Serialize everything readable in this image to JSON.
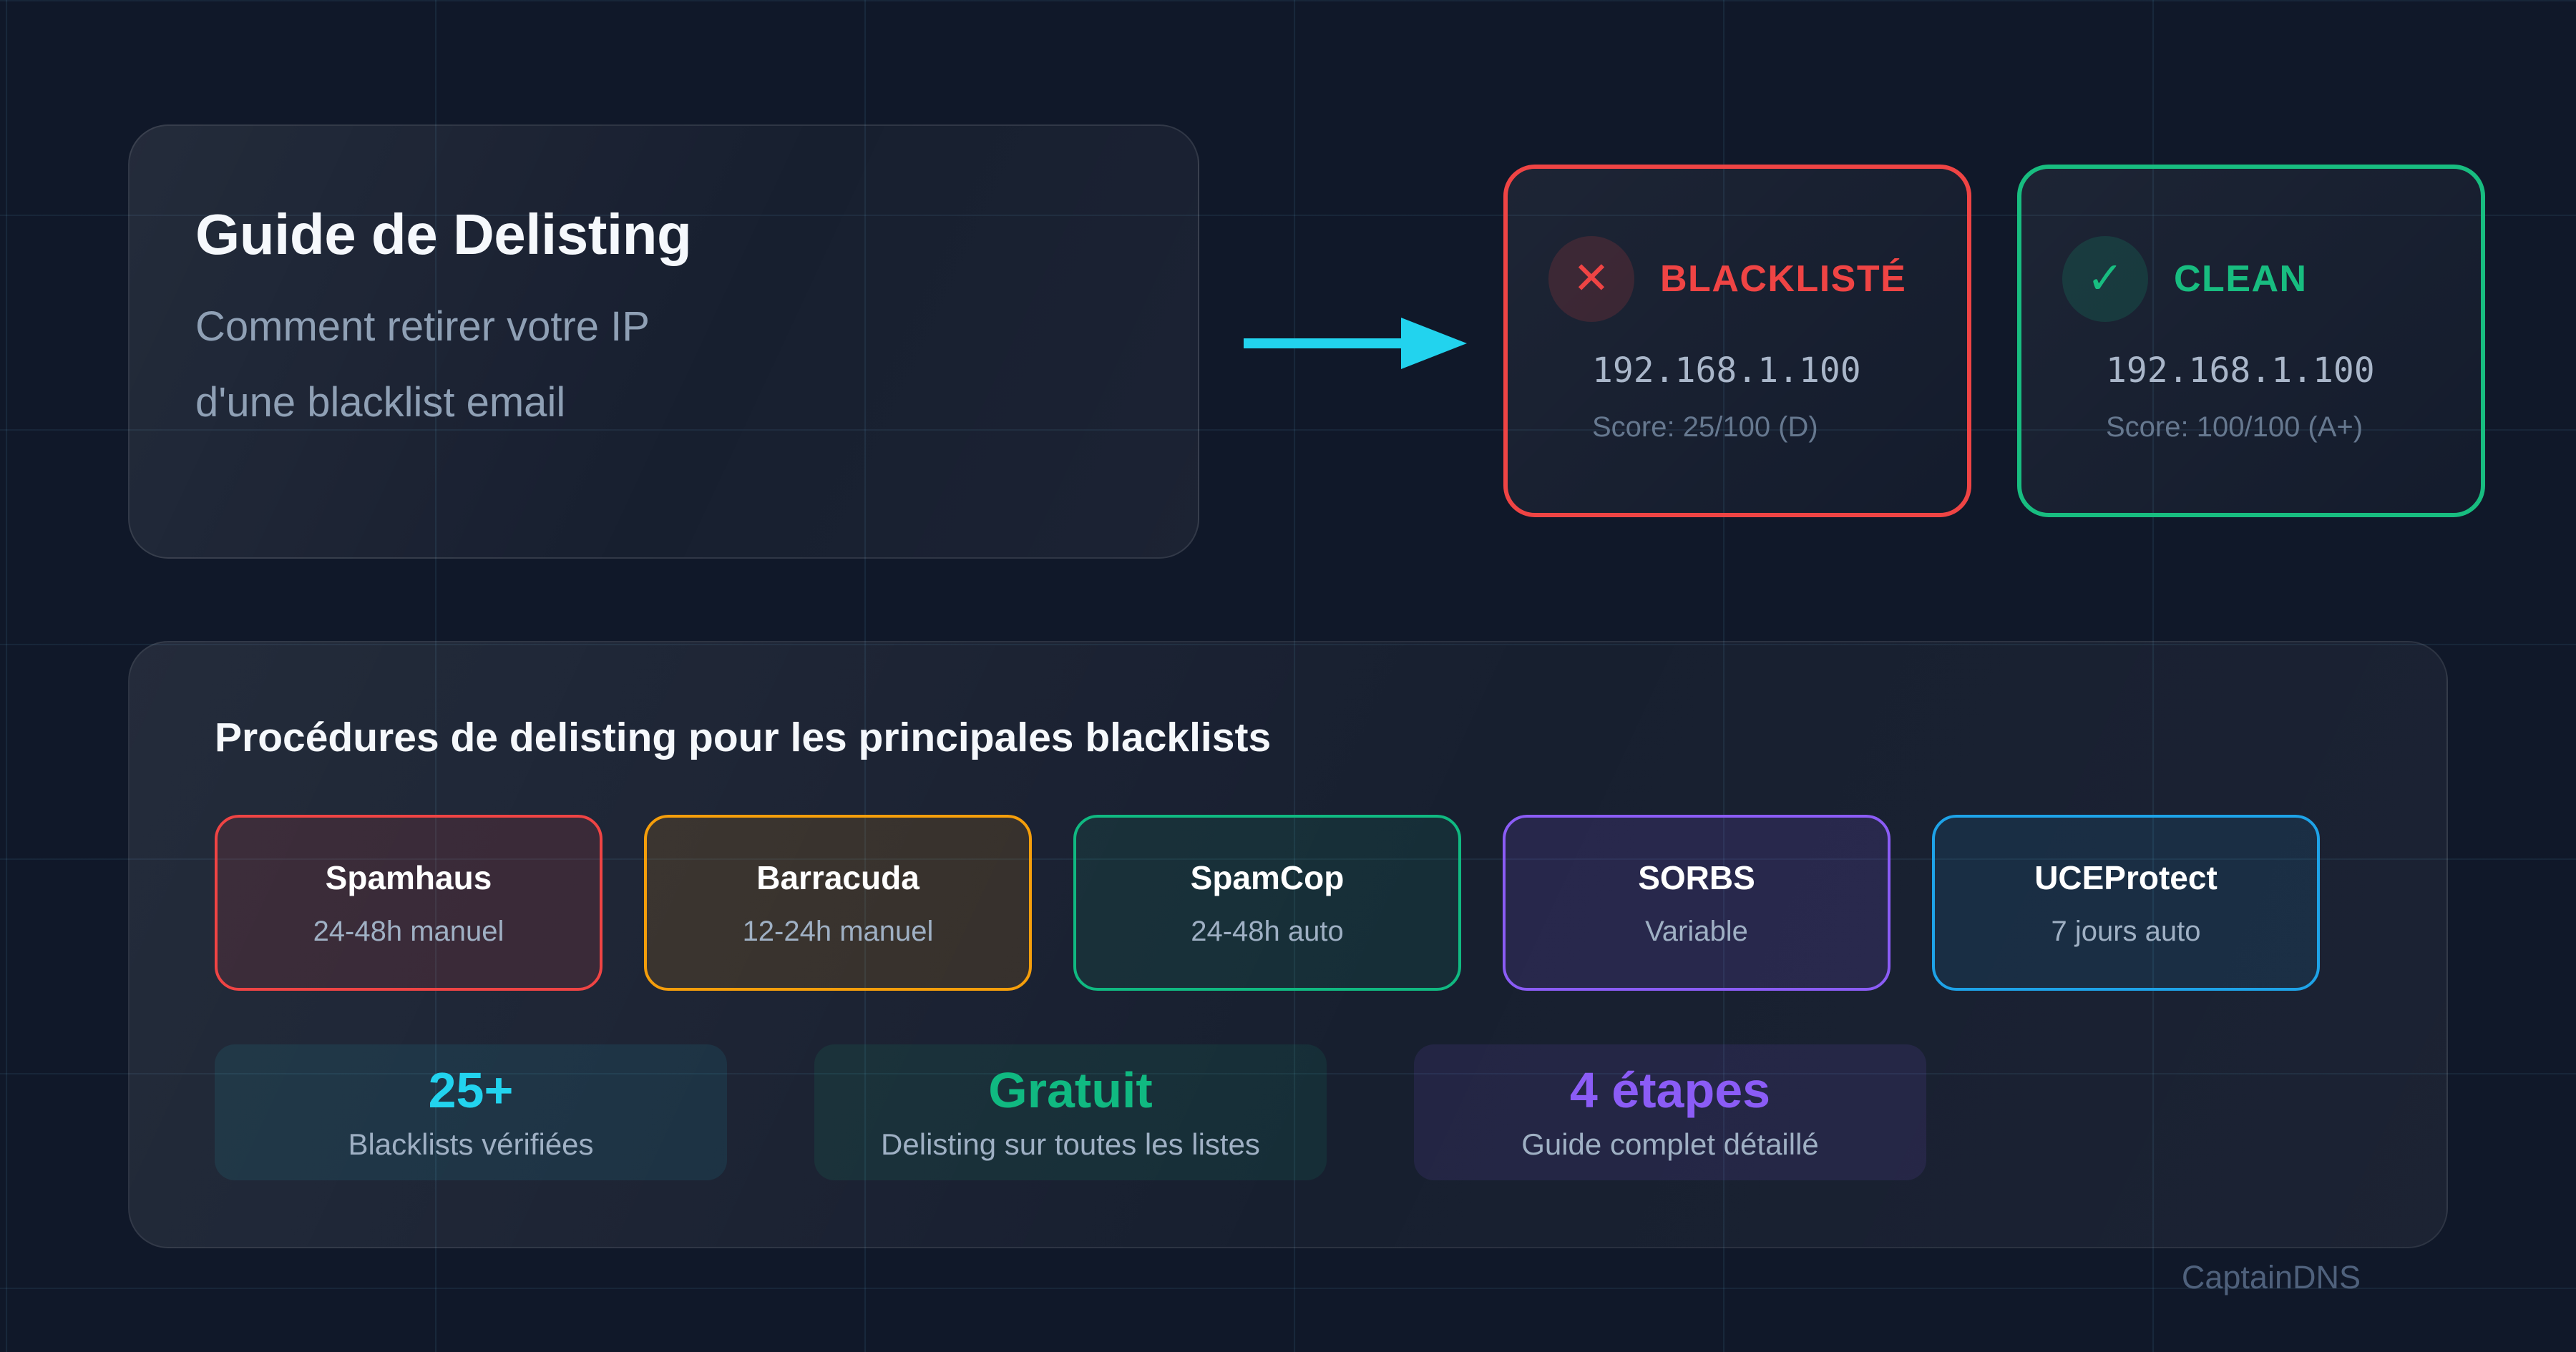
{
  "page": {
    "background": "#101829",
    "grid_color": "rgba(96,174,216,0.10)",
    "watermark": "CaptainDNS"
  },
  "hero": {
    "title": "Guide de Delisting",
    "subtitle_lines": [
      "Comment retirer votre IP",
      "d'une blacklist email"
    ]
  },
  "arrow": {
    "color": "#22d3ee",
    "direction": "right"
  },
  "status_cards": [
    {
      "label": "BLACKLISTÉ",
      "icon": "✕",
      "icon_name": "x-icon",
      "ip": "192.168.1.100",
      "score": "Score: 25/100 (D)",
      "color": "#ef4444",
      "badge_bg": "rgba(239,68,68,0.16)"
    },
    {
      "label": "CLEAN",
      "icon": "✓",
      "icon_name": "check-icon",
      "ip": "192.168.1.100",
      "score": "Score: 100/100 (A+)",
      "color": "#18bd80",
      "badge_bg": "rgba(16,185,129,0.16)"
    }
  ],
  "procedures": {
    "heading": "Procédures de delisting pour les principales blacklists",
    "blacklists": [
      {
        "name": "Spamhaus",
        "delay": "24-48h manuel",
        "color": "#ef4444",
        "bg": "rgba(239,68,68,0.13)"
      },
      {
        "name": "Barracuda",
        "delay": "12-24h manuel",
        "color": "#f59e0b",
        "bg": "rgba(245,158,11,0.13)"
      },
      {
        "name": "SpamCop",
        "delay": "24-48h auto",
        "color": "#10b981",
        "bg": "rgba(16,185,129,0.10)"
      },
      {
        "name": "SORBS",
        "delay": "Variable",
        "color": "#8b5cf6",
        "bg": "rgba(139,92,246,0.14)"
      },
      {
        "name": "UCEProtect",
        "delay": "7 jours auto",
        "color": "#1ea3e8",
        "bg": "rgba(30,163,232,0.10)"
      }
    ],
    "stats": [
      {
        "value": "25+",
        "label": "Blacklists vérifiées",
        "color": "#22d3ee",
        "bg": "rgba(34,211,238,0.09)"
      },
      {
        "value": "Gratuit",
        "label": "Delisting sur toutes les listes",
        "color": "#10b981",
        "bg": "rgba(16,185,129,0.10)"
      },
      {
        "value": "4 étapes",
        "label": "Guide complet détaillé",
        "color": "#8b5cf6",
        "bg": "rgba(139,92,246,0.11)"
      }
    ]
  }
}
